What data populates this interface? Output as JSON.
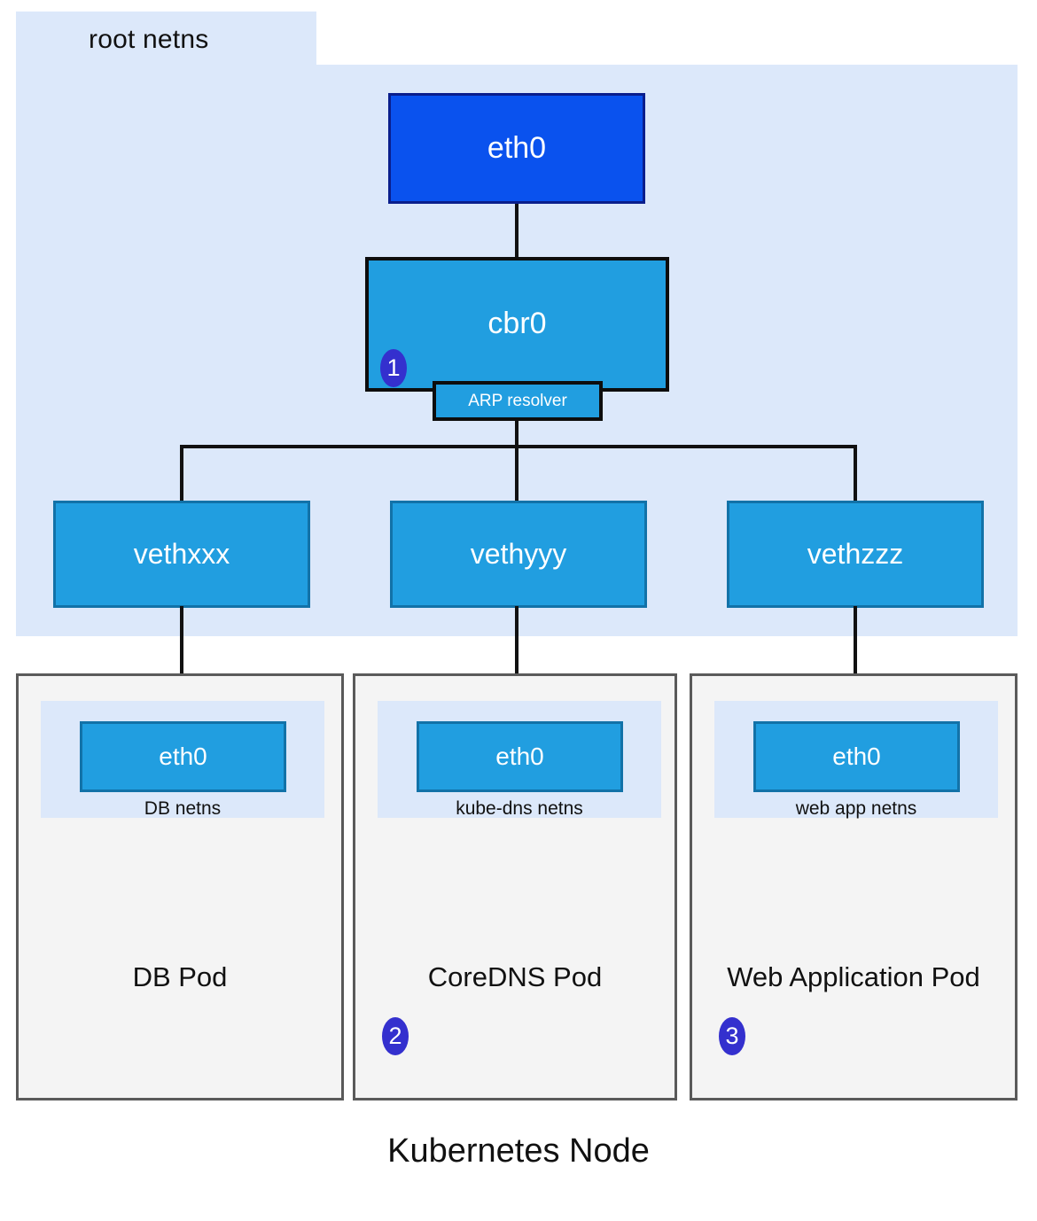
{
  "diagram": {
    "caption": "Kubernetes Node",
    "root_netns": {
      "label": "root netns"
    },
    "host_interface": {
      "label": "eth0"
    },
    "bridge": {
      "label": "cbr0",
      "badge": "1",
      "sub_component": {
        "label": "ARP resolver"
      }
    },
    "veth_pairs": [
      {
        "label": "vethxxx"
      },
      {
        "label": "vethyyy"
      },
      {
        "label": "vethzzz"
      }
    ],
    "pods": [
      {
        "title": "DB Pod",
        "netns_label": "DB netns",
        "interface_label": "eth0",
        "badge": null
      },
      {
        "title": "CoreDNS Pod",
        "netns_label": "kube-dns netns",
        "interface_label": "eth0",
        "badge": "2"
      },
      {
        "title": "Web Application Pod",
        "netns_label": "web app netns",
        "interface_label": "eth0",
        "badge": "3"
      }
    ],
    "colors": {
      "netns_background": "#DCE8FA",
      "host_interface_fill": "#0A52EE",
      "bridge_fill": "#219EE0",
      "veth_fill": "#219EE0",
      "pod_background": "#F4F4F4",
      "pod_border": "#5A5A5A",
      "badge_fill": "#3430CE",
      "line_color": "#111111"
    }
  }
}
